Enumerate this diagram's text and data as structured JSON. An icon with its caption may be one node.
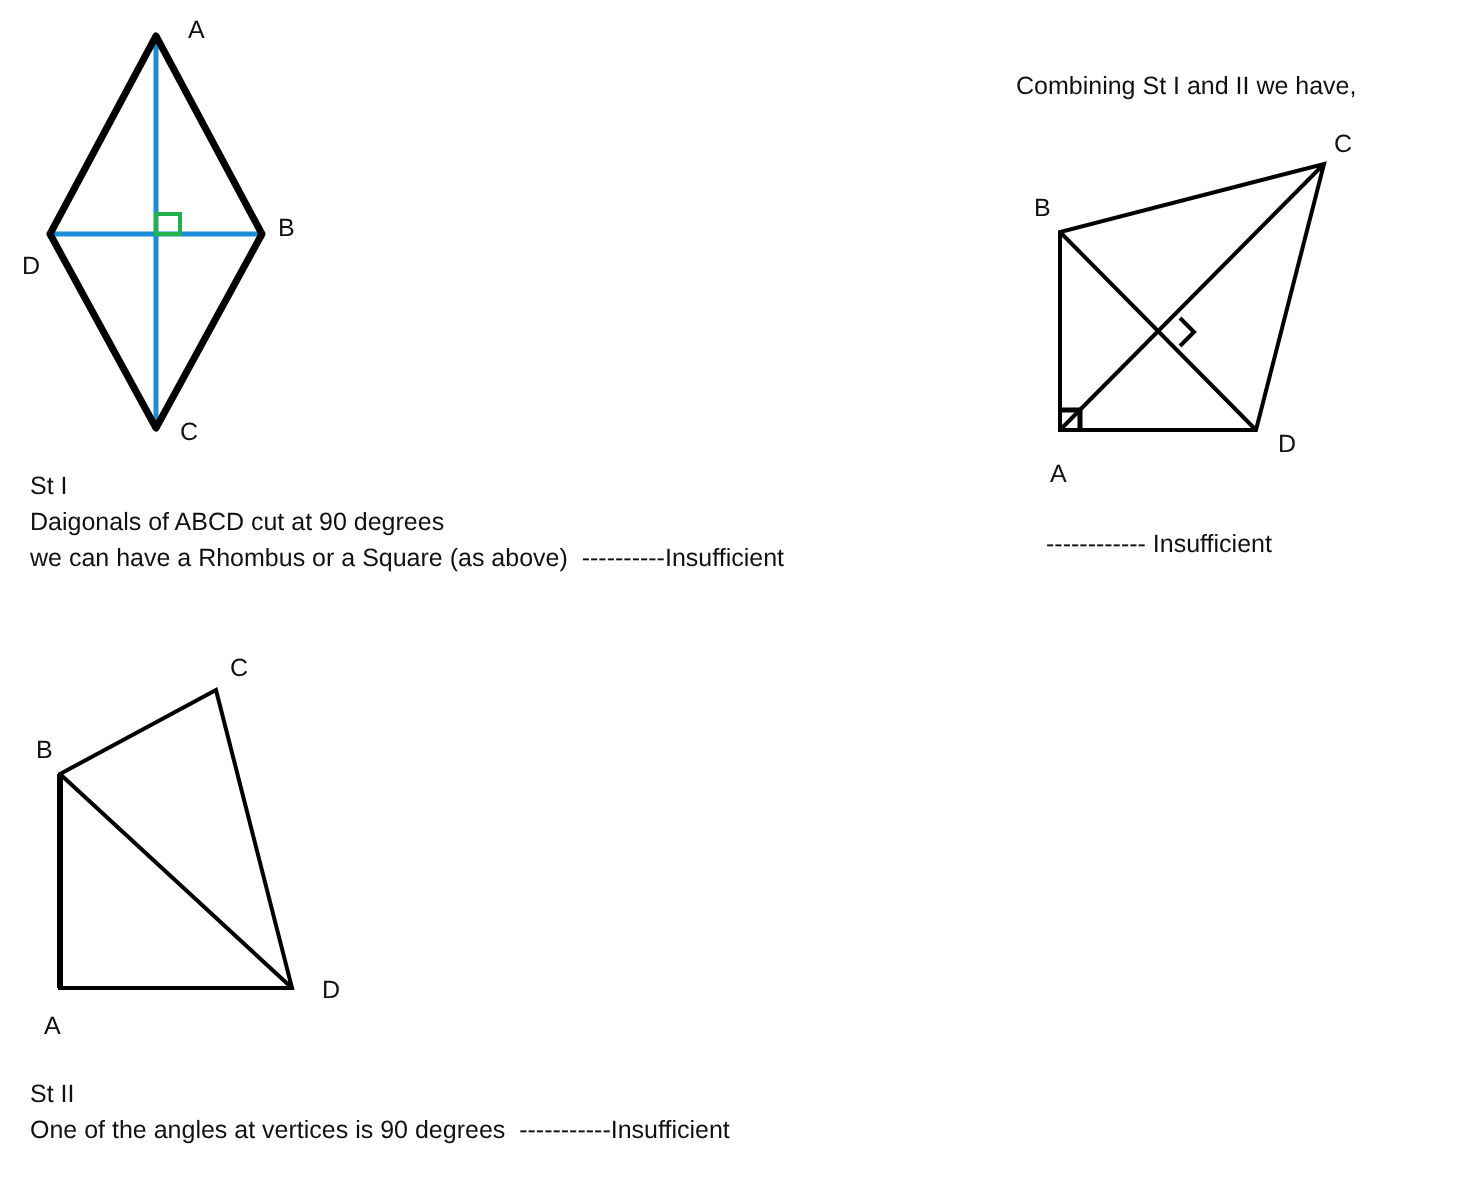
{
  "diagram": {
    "labels": [
      "A",
      "Combining St I and II we have,",
      "C",
      "B",
      "B",
      "D",
      "D",
      "C",
      "A",
      "St I",
      "Daigonals of ABCD cut at 90 degrees",
      "we can have a Rhombus or a Square (as above)  ----------Insufficient",
      "------------ Insufficient",
      "C",
      "B",
      "D",
      "A",
      "St II",
      "One of the angles at vertices is 90 degrees  -----------Insufficient"
    ]
  }
}
